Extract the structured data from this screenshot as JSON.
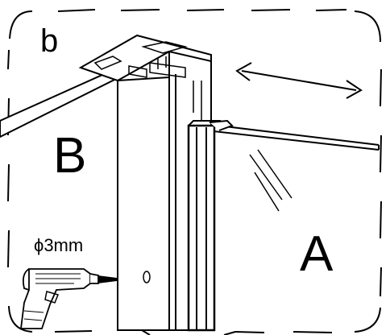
{
  "diagram": {
    "step_label": "b",
    "part_b_label": "B",
    "part_a_label": "A",
    "drill_bit_size": "ϕ3mm"
  }
}
